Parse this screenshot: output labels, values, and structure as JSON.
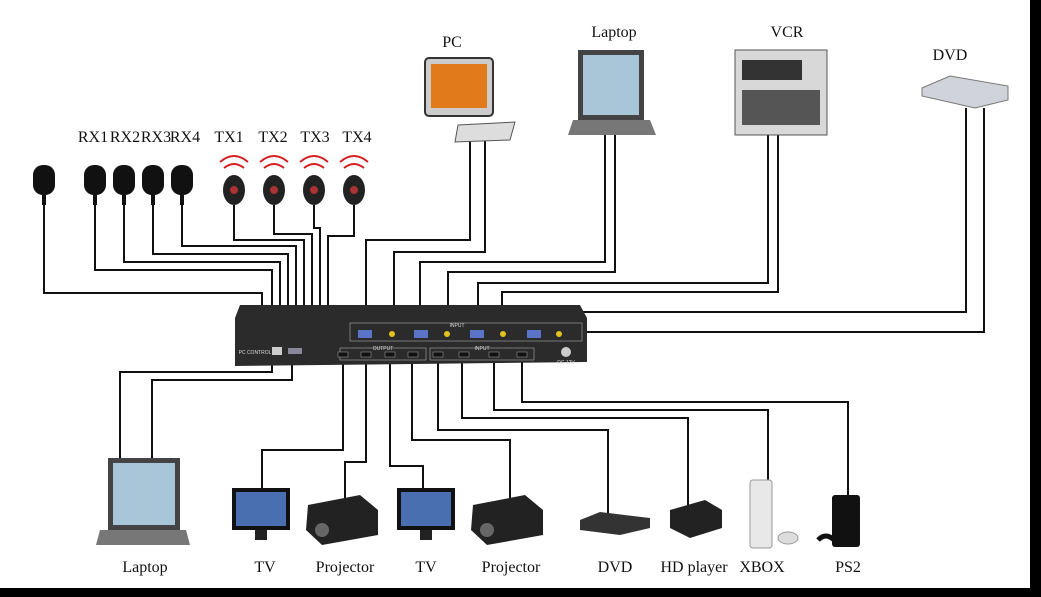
{
  "receivers": [
    {
      "label": "RX1"
    },
    {
      "label": "RX2"
    },
    {
      "label": "RX3"
    },
    {
      "label": "RX4"
    }
  ],
  "transmitters": [
    {
      "label": "TX1"
    },
    {
      "label": "TX2"
    },
    {
      "label": "TX3"
    },
    {
      "label": "TX4"
    }
  ],
  "sources_top": [
    {
      "label": "PC"
    },
    {
      "label": "Laptop"
    },
    {
      "label": "VCR"
    },
    {
      "label": "DVD"
    }
  ],
  "device": {
    "input_label": "INPUT",
    "output_label": "OUTPUT",
    "hdmi_input_label": "INPUT",
    "pc_control_label": "PC CONTROL",
    "power_label": "DC 12V"
  },
  "bottom": [
    {
      "label": "Laptop"
    },
    {
      "label": "TV"
    },
    {
      "label": "Projector"
    },
    {
      "label": "TV"
    },
    {
      "label": "Projector"
    },
    {
      "label": "DVD"
    },
    {
      "label": "HD player"
    },
    {
      "label": "XBOX"
    },
    {
      "label": "PS2"
    }
  ],
  "colors": {
    "ir_wave": "#d42020",
    "device": "#2b2b2b",
    "background": "#ffffff"
  }
}
